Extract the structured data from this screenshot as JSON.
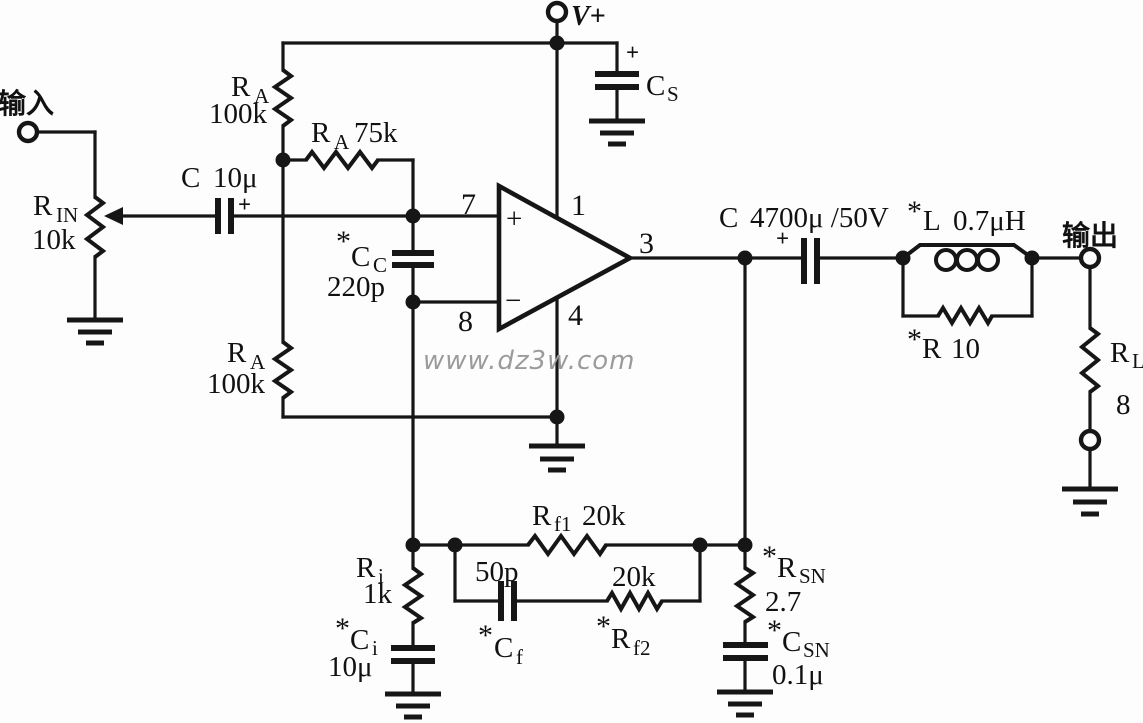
{
  "labels": {
    "input_terminal": "输入",
    "output_terminal": "输出",
    "supply": "V+",
    "watermark": "www.dz3w.com"
  },
  "opamp": {
    "plus": "+",
    "minus": "−",
    "pin_noninv": "7",
    "pin_inv": "8",
    "pin_supply": "1",
    "pin_gnd": "4",
    "pin_out": "3"
  },
  "components": {
    "r_in": {
      "name": "R",
      "sub": "IN",
      "value": "10k"
    },
    "c_in": {
      "name": "C",
      "value": "10μ",
      "polarity": "+"
    },
    "ra_top": {
      "name": "R",
      "sub": "A",
      "value": "100k"
    },
    "ra_mid": {
      "name": "R",
      "sub": "A",
      "value": "75k"
    },
    "ra_bot": {
      "name": "R",
      "sub": "A",
      "value": "100k"
    },
    "c_c": {
      "prefix": "*",
      "name": "C",
      "sub": "C",
      "value": "220p"
    },
    "c_s": {
      "name": "C",
      "sub": "S",
      "polarity": "+"
    },
    "c_out": {
      "name": "C",
      "value": "4700μ /50V",
      "polarity": "+"
    },
    "l_out": {
      "prefix": "*",
      "name": "L",
      "value": "0.7μH"
    },
    "r_damp": {
      "prefix": "*",
      "name": "R",
      "value": "10"
    },
    "r_load": {
      "name": "R",
      "sub": "L",
      "value": "8"
    },
    "r_f1": {
      "name": "R",
      "sub": "f1",
      "value": "20k"
    },
    "c_f": {
      "prefix": "*",
      "name": "C",
      "sub": "f",
      "value": "50p"
    },
    "r_f2": {
      "prefix": "*",
      "name": "R",
      "sub": "f2",
      "value": "20k"
    },
    "r_i": {
      "name": "R",
      "sub": "i",
      "value": "1k"
    },
    "c_i": {
      "prefix": "*",
      "name": "C",
      "sub": "i",
      "value": "10μ"
    },
    "r_sn": {
      "prefix": "*",
      "name": "R",
      "sub": "SN",
      "value": "2.7"
    },
    "c_sn": {
      "prefix": "*",
      "name": "C",
      "sub": "SN",
      "value": "0.1μ"
    }
  }
}
